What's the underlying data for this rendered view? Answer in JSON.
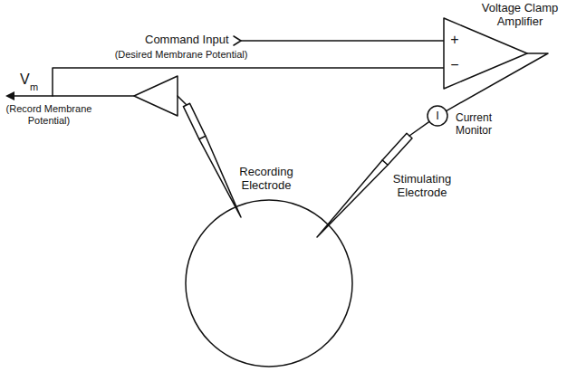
{
  "diagram": {
    "nodes": [
      {
        "text": [
          "Voltage Clamp Amplifier",
          "+",
          "−"
        ]
      },
      {
        "text": [
          "I",
          "Current Monitor"
        ]
      }
    ],
    "edges": [
      {
        "from": 0,
        "to": 1,
        "arrow": "none"
      }
    ],
    "labels": [
      "Command Input",
      "(Desired Membrane Potential)",
      "V",
      "m",
      "(Record Membrane Potential)",
      "Recording Electrode",
      "Stimulating Electrode"
    ]
  }
}
